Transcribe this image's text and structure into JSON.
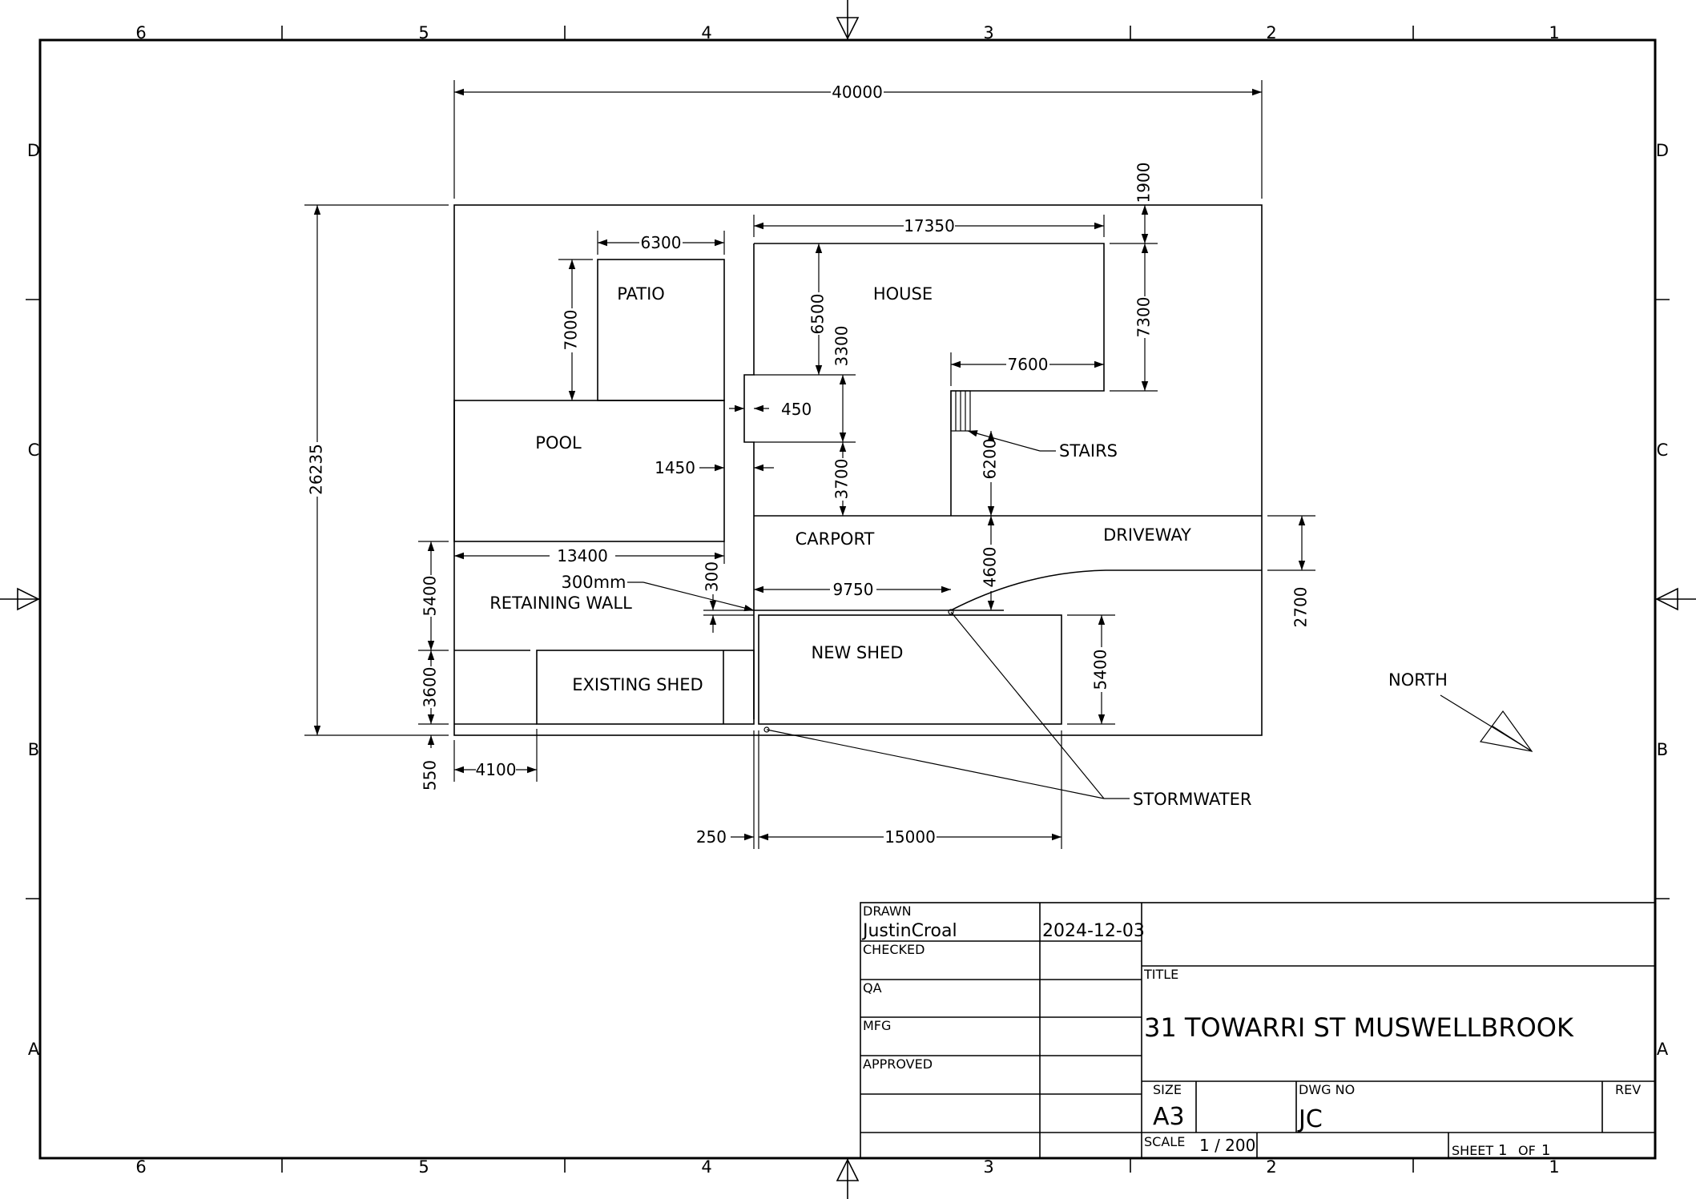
{
  "border": {
    "columns": [
      "6",
      "5",
      "4",
      "3",
      "2",
      "1"
    ],
    "rows": [
      "D",
      "C",
      "B",
      "A"
    ]
  },
  "plan": {
    "labels": {
      "patio": "PATIO",
      "house": "HOUSE",
      "pool": "POOL",
      "stairs": "STAIRS",
      "carport": "CARPORT",
      "driveway": "DRIVEWAY",
      "wall_size": "300mm",
      "retaining_wall": "RETAINING WALL",
      "new_shed": "NEW SHED",
      "existing_shed": "EXISTING SHED",
      "north": "NORTH",
      "stormwater": "STORMWATER"
    },
    "dimensions": {
      "overall_width": "40000",
      "overall_depth": "26235",
      "top_setback": "1900",
      "house_width": "17350",
      "patio_width": "6300",
      "patio_depth": "7000",
      "house_depth_left": "6500",
      "house_depth_right": "7300",
      "house_step": "3300",
      "house_wing": "7600",
      "gap_450": "450",
      "pool_gap": "1450",
      "carport_depth": "3700",
      "stairs_to_drive": "6200",
      "pool_width": "13400",
      "wall_300": "300",
      "carport_width": "9750",
      "shed_offset": "4600",
      "drive_width": "2700",
      "left_5400": "5400",
      "shed_depth_existing": "3600",
      "new_shed_depth": "5400",
      "bottom_550": "550",
      "existing_shed_offset": "4100",
      "boundary_gap": "250",
      "new_shed_width": "15000"
    }
  },
  "title_block": {
    "drawn_label": "DRAWN",
    "drawn_by": "JustinCroal",
    "drawn_date": "2024-12-03",
    "checked_label": "CHECKED",
    "qa_label": "QA",
    "mfg_label": "MFG",
    "approved_label": "APPROVED",
    "title_label": "TITLE",
    "title": "31 TOWARRI ST MUSWELLBROOK",
    "size_label": "SIZE",
    "size": "A3",
    "dwg_no_label": "DWG NO",
    "dwg_no": "JC",
    "rev_label": "REV",
    "scale_label": "SCALE",
    "scale": "1 / 200",
    "sheet_label": "SHEET",
    "sheet_no": "1",
    "of_label": "OF",
    "sheet_total": "1"
  }
}
